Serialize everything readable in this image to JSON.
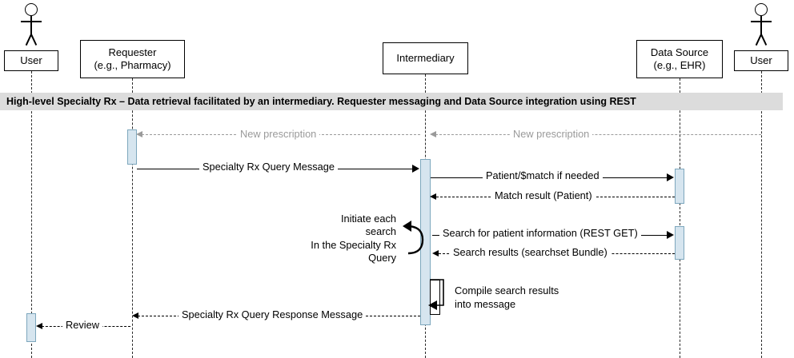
{
  "diagram": {
    "type": "uml-sequence-diagram",
    "title_band": "High-level Specialty Rx – Data retrieval facilitated by an intermediary. Requester messaging and Data Source integration using REST",
    "participants": [
      {
        "id": "user-left",
        "kind": "actor",
        "label": "User"
      },
      {
        "id": "requester",
        "kind": "box",
        "line1": "Requester",
        "line2": "(e.g., Pharmacy)"
      },
      {
        "id": "intermediary",
        "kind": "box",
        "line1": "Intermediary",
        "line2": ""
      },
      {
        "id": "data-source",
        "kind": "box",
        "line1": "Data Source",
        "line2": "(e.g., EHR)"
      },
      {
        "id": "user-right",
        "kind": "actor",
        "label": "User"
      }
    ],
    "messages": [
      {
        "id": "m1",
        "label": "New prescription",
        "style": "dashed-gray",
        "direction": "left",
        "from": "intermediary",
        "to": "requester"
      },
      {
        "id": "m2",
        "label": "New prescription",
        "style": "dashed-gray",
        "direction": "left",
        "from": "user-right",
        "to": "intermediary"
      },
      {
        "id": "m3",
        "label": "Specialty Rx Query Message",
        "style": "solid",
        "direction": "right",
        "from": "requester",
        "to": "intermediary"
      },
      {
        "id": "m4",
        "label": "Patient/$match if needed",
        "style": "solid",
        "direction": "right",
        "from": "intermediary",
        "to": "data-source"
      },
      {
        "id": "m5",
        "label": "Match result (Patient)",
        "style": "dashed",
        "direction": "left",
        "from": "data-source",
        "to": "intermediary"
      },
      {
        "id": "m6",
        "label": "Search for patient information (REST GET)",
        "style": "solid",
        "direction": "right",
        "from": "intermediary",
        "to": "data-source"
      },
      {
        "id": "m7",
        "label": "Search results (searchset Bundle)",
        "style": "dashed",
        "direction": "left",
        "from": "data-source",
        "to": "intermediary"
      },
      {
        "id": "m8",
        "label": "Specialty Rx Query Response Message",
        "style": "dashed",
        "direction": "left",
        "from": "intermediary",
        "to": "requester"
      },
      {
        "id": "m9",
        "label": "Review",
        "style": "dashed",
        "direction": "left",
        "from": "requester",
        "to": "user-left"
      }
    ],
    "annotations": [
      {
        "id": "loop-note",
        "text_lines": [
          "Initiate each",
          "search",
          "In the Specialty Rx",
          "Query"
        ],
        "icon": "self-loop-arrow"
      },
      {
        "id": "compile-note",
        "text_lines": [
          "Compile search results",
          "into message"
        ],
        "icon": "self-call-arrow"
      }
    ],
    "colors": {
      "activation_fill": "#d6e5ef",
      "activation_stroke": "#7da7bd",
      "band_fill": "#dcdcdc",
      "line": "#000000",
      "muted_line": "#9a9a9a"
    }
  }
}
